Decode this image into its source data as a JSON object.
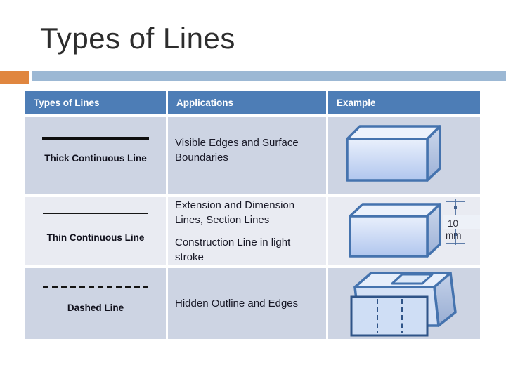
{
  "slide": {
    "title": "Types of Lines"
  },
  "table": {
    "headers": [
      "Types of Lines",
      "Applications",
      "Example"
    ],
    "rows": [
      {
        "line_type": "thick-continuous",
        "name": "Thick Continuous Line",
        "applications": [
          "Visible Edges and Surface Boundaries"
        ]
      },
      {
        "line_type": "thin-continuous",
        "name": "Thin Continuous Line",
        "applications": [
          "Extension and Dimension Lines, Section Lines",
          "Construction Line in light stroke"
        ]
      },
      {
        "line_type": "dashed",
        "name": "Dashed Line",
        "applications": [
          "Hidden Outline and Edges"
        ]
      }
    ]
  },
  "dimension_label": {
    "value": "10",
    "unit": "mm"
  },
  "colors": {
    "accent_orange": "#e0863f",
    "accent_blue": "#9cb8d4",
    "table_header_bg": "#4d7db6",
    "row_bg_odd": "#cdd4e3",
    "row_bg_even": "#e9ebf2",
    "drawing_stroke": "#4573ae",
    "front_view_stroke": "#2f5488",
    "title_color": "#2d2d2d"
  }
}
